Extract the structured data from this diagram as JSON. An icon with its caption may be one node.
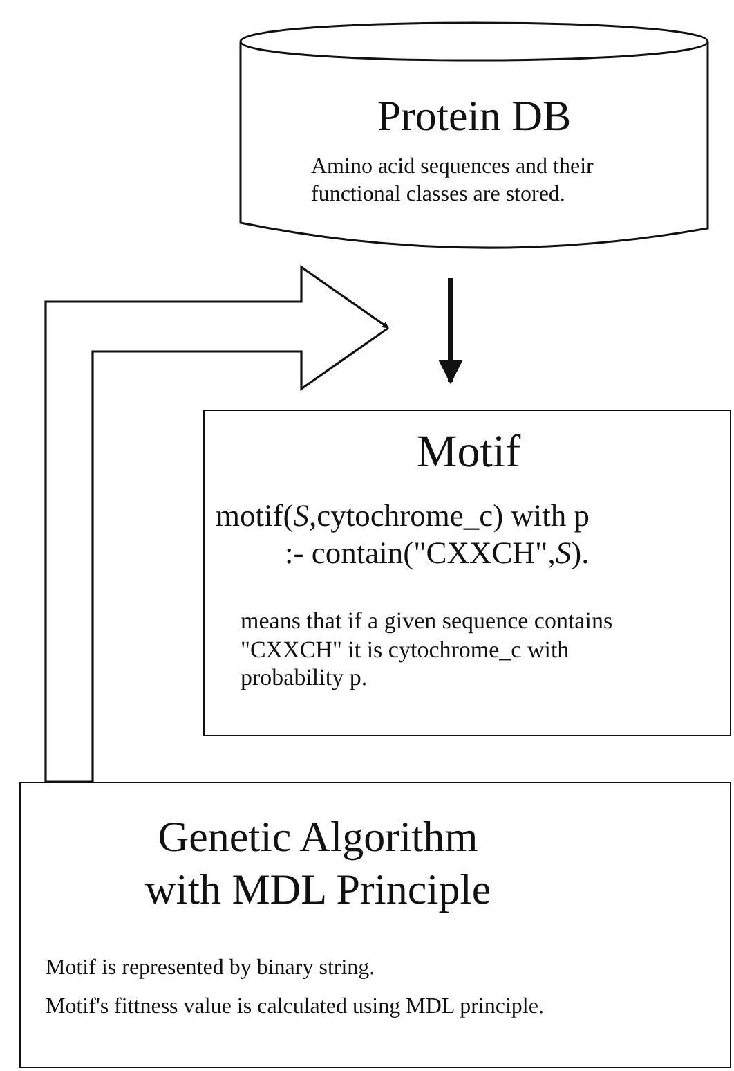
{
  "diagram": {
    "nodes": [
      {
        "text": [
          "Protein DB",
          "Amino acid  sequences and their functional classes are stored."
        ]
      },
      {
        "text": [
          "Motif",
          "motif(*S*,cytochrome_c) with p :- contain(\"CXXCH\",*S*).",
          "means that if a given sequence contains \"CXXCH\" it is cytochrome_c with probability p."
        ]
      },
      {
        "text": [
          "Genetic Algorithm with MDL Principle",
          "Motif is represented by binary string.",
          "Motif's fittness value is calculated using MDL principle."
        ]
      }
    ],
    "edges": [
      {
        "from": 0,
        "to": 1,
        "arrow": "to",
        "style": "thick"
      },
      {
        "from": 2,
        "to": null,
        "arrow": "to"
      }
    ]
  }
}
